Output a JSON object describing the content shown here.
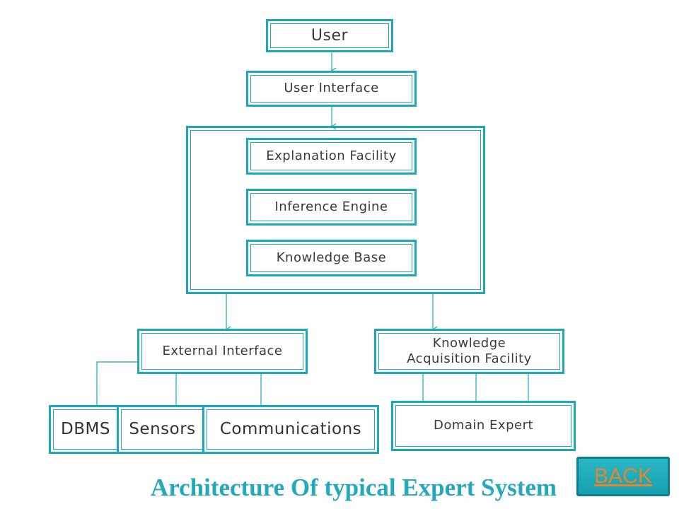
{
  "diagram": {
    "user": "User",
    "user_interface": "User Interface",
    "explanation_facility": "Explanation Facility",
    "inference_engine": "Inference Engine",
    "knowledge_base": "Knowledge Base",
    "external_interface": "External Interface",
    "knowledge_acquisition_line1": "Knowledge",
    "knowledge_acquisition_line2": "Acquisition Facility",
    "dbms": "DBMS",
    "sensors": "Sensors",
    "communications": "Communications",
    "domain_expert": "Domain Expert"
  },
  "title": "Architecture Of typical Expert System",
  "back_button": "BACK",
  "colors": {
    "border": "#1ba8b8",
    "title": "#23a9bd",
    "back_text": "#e8852a"
  }
}
